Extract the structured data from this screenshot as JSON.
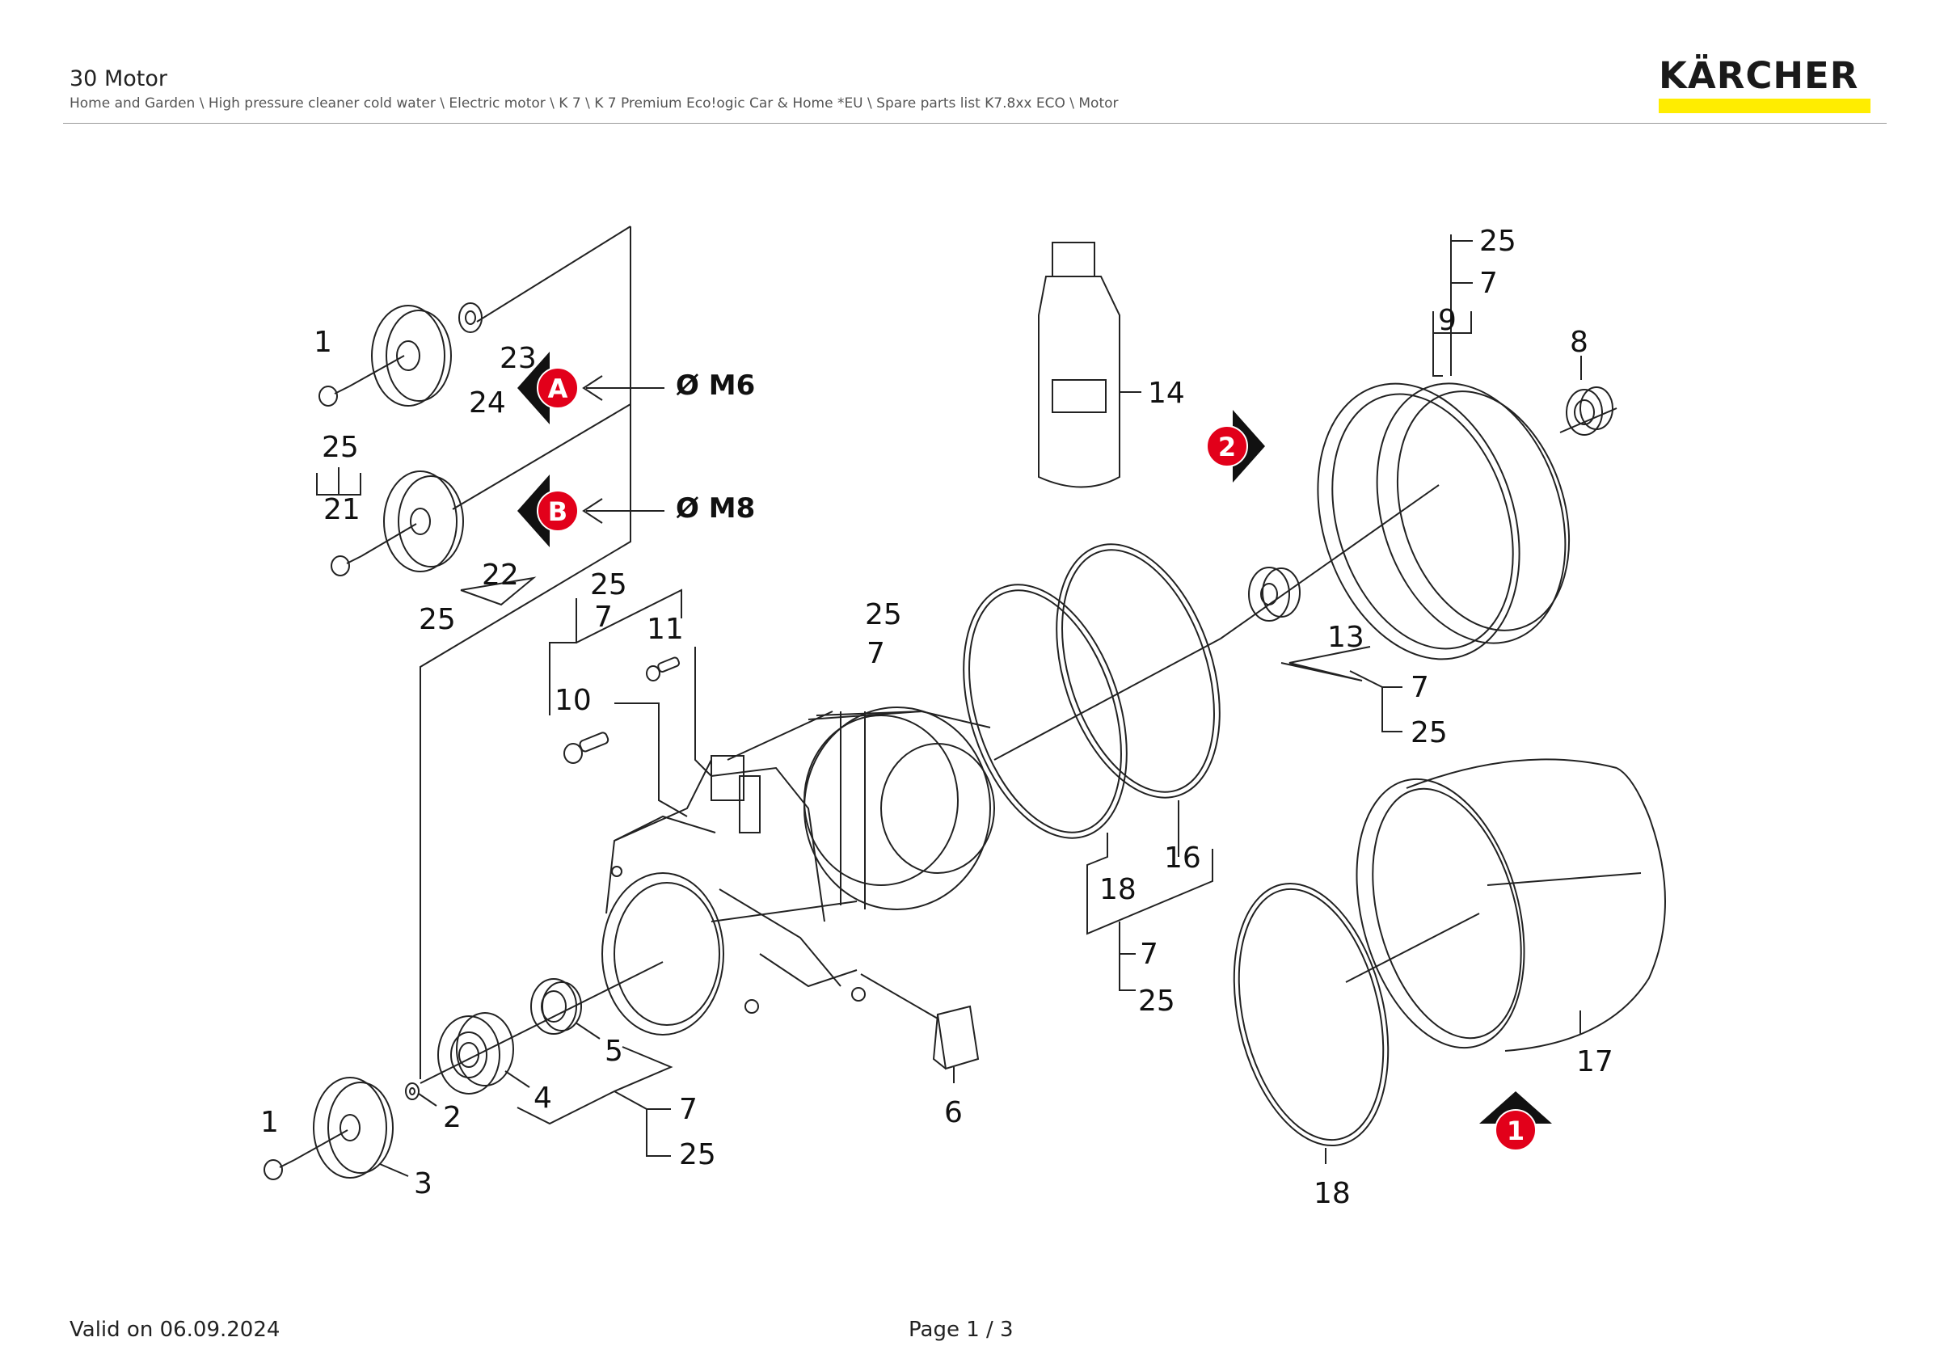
{
  "header": {
    "title": "30 Motor",
    "breadcrumb": "Home and Garden \\ High pressure cleaner cold water \\ Electric motor \\ K 7 \\ K 7 Premium Eco!ogic Car & Home *EU \\ Spare parts list K7.8xx ECO \\ Motor",
    "logo_text": "KÄRCHER",
    "logo_color": "#ffed00"
  },
  "diagram": {
    "callout_color": "#e2001a",
    "callouts": {
      "a": "A",
      "b": "B",
      "one": "1",
      "two": "2"
    },
    "thread_labels": {
      "m6": "Ø M6",
      "m8": "Ø M8"
    },
    "labels": {
      "p1a": "1",
      "p23": "23",
      "p24": "24",
      "p25a": "25",
      "p21": "21",
      "p22": "22",
      "p25b": "25",
      "p25c": "25",
      "p7a": "7",
      "p11": "11",
      "p10": "10",
      "p25d": "25",
      "p7b": "7",
      "p14": "14",
      "p25e": "25",
      "p7c": "7",
      "p9": "9",
      "p8": "8",
      "p13": "13",
      "p7d": "7",
      "p25f": "25",
      "p16": "16",
      "p18a": "18",
      "p7e": "7",
      "p25g": "25",
      "p5": "5",
      "p7f": "7",
      "p25h": "25",
      "p4": "4",
      "p2": "2",
      "p1b": "1",
      "p3": "3",
      "p6": "6",
      "p17": "17",
      "p18b": "18"
    }
  },
  "footer": {
    "valid": "Valid on 06.09.2024",
    "page": "Page 1 / 3"
  }
}
